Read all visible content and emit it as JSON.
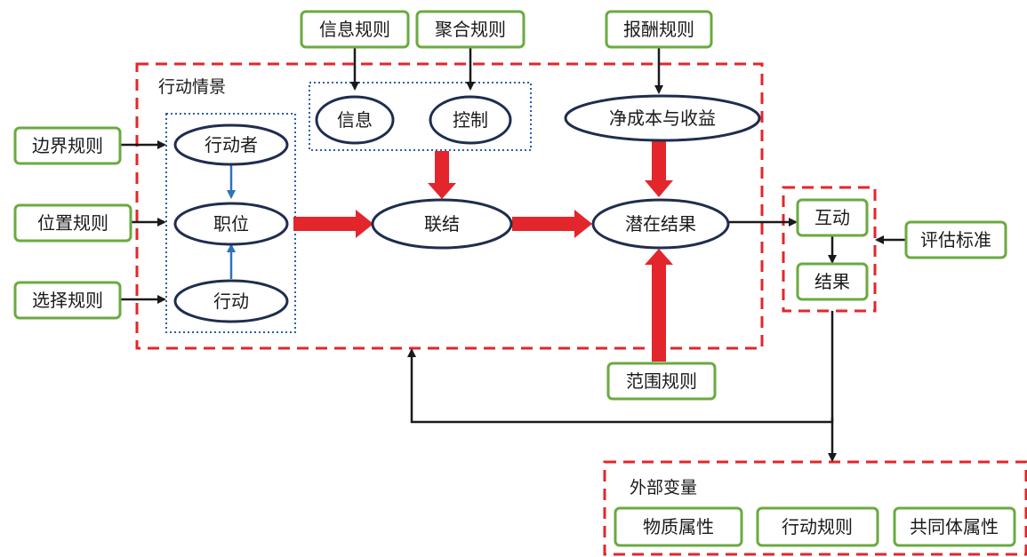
{
  "rule_boxes": {
    "info_rule": "信息规则",
    "aggregation_rule": "聚合规则",
    "payoff_rule": "报酬规则",
    "boundary_rule": "边界规则",
    "position_rule": "位置规则",
    "choice_rule": "选择规则",
    "scope_rule": "范围规则",
    "evaluation_criteria": "评估标准"
  },
  "action_situation": {
    "label": "行动情景",
    "actor": "行动者",
    "position": "职位",
    "action": "行动",
    "info": "信息",
    "control": "控制",
    "link": "联结",
    "net_cost_benefit": "净成本与收益",
    "potential_outcome": "潜在结果"
  },
  "results": {
    "interaction": "互动",
    "outcome": "结果"
  },
  "external_variables": {
    "label": "外部变量",
    "physical": "物质属性",
    "rules_in_use": "行动规则",
    "community": "共同体属性"
  },
  "colors": {
    "red": "#e3262b",
    "green": "#6aaa3f",
    "navy": "#1f2d4e",
    "blue_dotted": "#2d5fa8",
    "blue_arrow": "#2e72b8"
  }
}
